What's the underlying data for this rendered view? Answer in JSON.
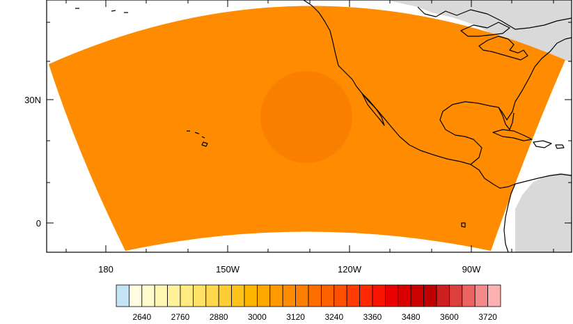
{
  "figure": {
    "type": "filled-contour-map",
    "projection": "conic",
    "lon_ticks": [
      "180",
      "150W",
      "120W",
      "90W"
    ],
    "lat_ticks": [
      "30N",
      "0"
    ],
    "colors": {
      "field": "#ff8c00",
      "anomaly": "#fa7f00",
      "land": "#d9d9d9",
      "ocean_outside": "#ffffff",
      "coastline": "#000000"
    }
  },
  "colorbar": {
    "labels": [
      "2640",
      "2760",
      "2880",
      "3000",
      "3120",
      "3240",
      "3360",
      "3480",
      "3600",
      "3720"
    ],
    "label_every": 3,
    "first_label_box": 1,
    "colors": [
      "#c4e4f5",
      "#fffde2",
      "#fffacc",
      "#fff6b3",
      "#fff199",
      "#ffeb80",
      "#ffe266",
      "#ffd84d",
      "#ffcd33",
      "#ffc21a",
      "#ffb600",
      "#ffa800",
      "#ff9900",
      "#ff8c00",
      "#ff7e00",
      "#ff6f00",
      "#ff6000",
      "#ff4f00",
      "#ff3c00",
      "#ff2800",
      "#f71400",
      "#ea0000",
      "#da0000",
      "#cc0000",
      "#c00000",
      "#cc2020",
      "#dd3f3f",
      "#ec6464",
      "#f58a8a",
      "#fcb0b0"
    ]
  }
}
